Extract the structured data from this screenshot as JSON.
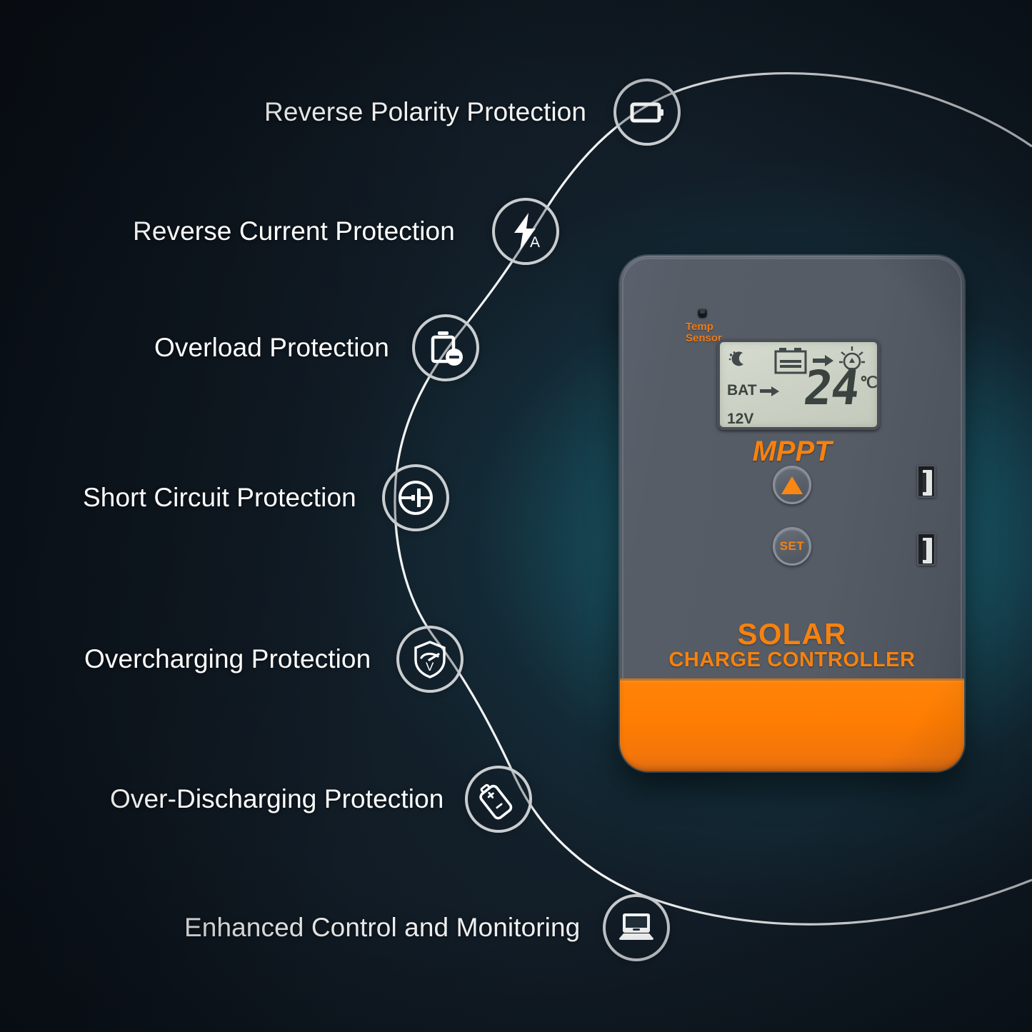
{
  "background": {
    "base_color": "#101b25",
    "glow_color": "#1f788a",
    "dark_color": "#0a1118"
  },
  "arc": {
    "stroke_color": "#ffffff",
    "description": "thin white arc sweeping from top-right around the left side to bottom-right"
  },
  "features": [
    {
      "label": "Reverse Polarity Protection",
      "icon": "battery-horizontal-icon",
      "icon_name": "reverse-polarity-icon"
    },
    {
      "label": "Reverse Current Protection",
      "icon": "lightning-bolt-amp-icon",
      "icon_name": "reverse-current-icon",
      "icon_letter": "A"
    },
    {
      "label": "Overload Protection",
      "icon": "battery-minus-icon",
      "icon_name": "overload-icon"
    },
    {
      "label": "Short Circuit Protection",
      "icon": "circuit-cell-icon",
      "icon_name": "short-circuit-icon"
    },
    {
      "label": "Overcharging Protection",
      "icon": "shield-voltmeter-icon",
      "icon_name": "overcharging-icon",
      "icon_letter": "V"
    },
    {
      "label": "Over-Discharging Protection",
      "icon": "battery-tilted-icon",
      "icon_name": "over-discharging-icon"
    },
    {
      "label": "Enhanced Control and Monitoring",
      "icon": "laptop-icon",
      "icon_name": "enhanced-control-icon"
    }
  ],
  "device": {
    "body_color": "#575d67",
    "accent_color": "#ff7f00",
    "temp_sensor": {
      "line1": "Temp",
      "line2": "Sensor"
    },
    "lcd": {
      "bat_label": "BAT",
      "voltage_label": "12V",
      "temperature_value": "24",
      "temperature_unit": "℃",
      "night_icon": "moon-stars-icon",
      "battery_icon": "battery-charge-icon",
      "arrow_icon": "arrow-right-icon",
      "load_icon": "light-bulb-icon",
      "bat_arrow_icon": "arrow-right-icon"
    },
    "mppt_label": "MPPT",
    "buttons": [
      {
        "name": "up-button",
        "label": "",
        "glyph": "triangle-up-icon"
      },
      {
        "name": "set-button",
        "label": "SET",
        "glyph": "set-text"
      }
    ],
    "usb_ports": [
      {
        "name": "usb-port-top"
      },
      {
        "name": "usb-port-bottom"
      }
    ],
    "brand_line1": "SOLAR",
    "brand_line2": "CHARGE CONTROLLER"
  }
}
